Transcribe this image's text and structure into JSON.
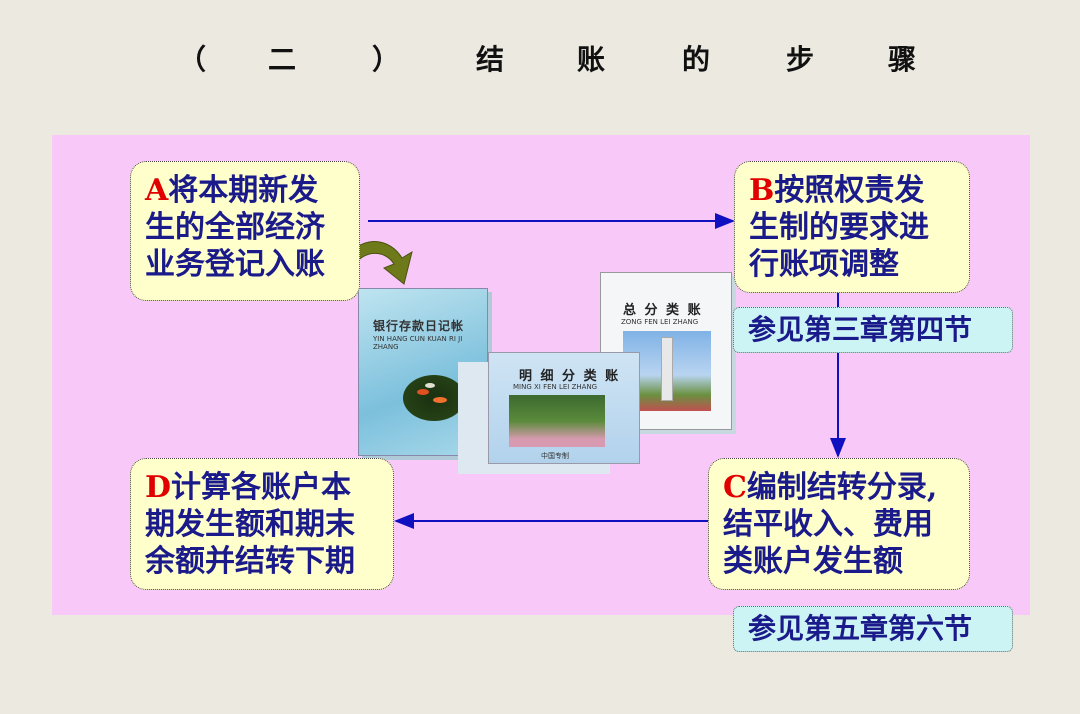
{
  "title": [
    "（",
    "二",
    "）",
    "结",
    "账",
    "的",
    "步",
    "骤"
  ],
  "steps": {
    "a": {
      "letter": "A",
      "text": "将本期新发\n生的全部经济\n业务登记入账"
    },
    "b": {
      "letter": "B",
      "text": "按照权责发\n生制的要求进\n行账项调整"
    },
    "c": {
      "letter": "C",
      "text": "编制结转分录,\n结平收入、费用\n类账户发生额"
    },
    "d": {
      "letter": "D",
      "text": "计算各账户本\n期发生额和期末\n余额并结转下期"
    }
  },
  "refs": {
    "b": "参见第三章第四节",
    "c": "参见第五章第六节"
  },
  "books": {
    "bank": {
      "title": "银行存款日记帐",
      "sub": "YIN HANG CUN KUAN RI JI ZHANG"
    },
    "detail": {
      "title": "明 细 分 类 账",
      "sub": "MING XI FEN LEI ZHANG",
      "footer": "中国专制"
    },
    "general": {
      "title": "总 分 类 账",
      "sub": "ZONG FEN LEI ZHANG"
    }
  },
  "colors": {
    "panel": "#f8c8f8",
    "step_box": "#ffffcc",
    "ref_box": "#ccf4f4",
    "letter": "#e00000",
    "step_text": "#1a1a8a",
    "arrow": "#1010c0"
  }
}
